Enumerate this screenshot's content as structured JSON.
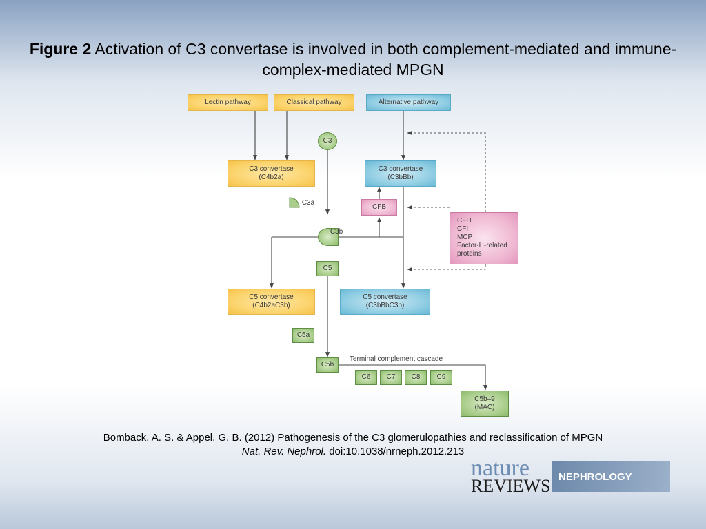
{
  "title": {
    "bold": "Figure 2",
    "text": "Activation of C3 convertase is involved in both complement-mediated and immune-complex-mediated MPGN"
  },
  "diagram": {
    "lectin": "Lectin pathway",
    "classical": "Classical pathway",
    "alternative": "Alternative pathway",
    "c3": "C3",
    "c3_convertase_classical": [
      "C3 convertase",
      "(C4b2a)"
    ],
    "c3_convertase_alternative": [
      "C3 convertase",
      "(C3bBb)"
    ],
    "c3a": "C3a",
    "cfb": "CFB",
    "c3b": "C3b",
    "regulators": [
      "CFH",
      "CFI",
      "MCP",
      "Factor-H-related",
      "proteins"
    ],
    "c5": "C5",
    "c5_convertase_classical": [
      "C5 convertase",
      "(C4b2aC3b)"
    ],
    "c5_convertase_alternative": [
      "C5 convertase",
      "(C3bBbC3b)"
    ],
    "c5a": "C5a",
    "c5b": "C5b",
    "terminal": "Terminal complement cascade",
    "c6": "C6",
    "c7": "C7",
    "c8": "C8",
    "c9": "C9",
    "mac": [
      "C5b–9",
      "(MAC)"
    ]
  },
  "citation": {
    "line1": "Bomback, A. S. & Appel, G. B. (2012) Pathogenesis of the C3 glomerulopathies and reclassification of MPGN",
    "journal": "Nat. Rev. Nephrol.",
    "doi": "doi:10.1038/nrneph.2012.213"
  },
  "logo": {
    "nature": "nature",
    "reviews": "REVIEWS",
    "section": "NEPHROLOGY"
  },
  "colors": {
    "yellow": "#fbd36b",
    "blue": "#8fcde3",
    "pink": "#efb7d1",
    "green": "#a9cd8b",
    "line": "#444444"
  }
}
